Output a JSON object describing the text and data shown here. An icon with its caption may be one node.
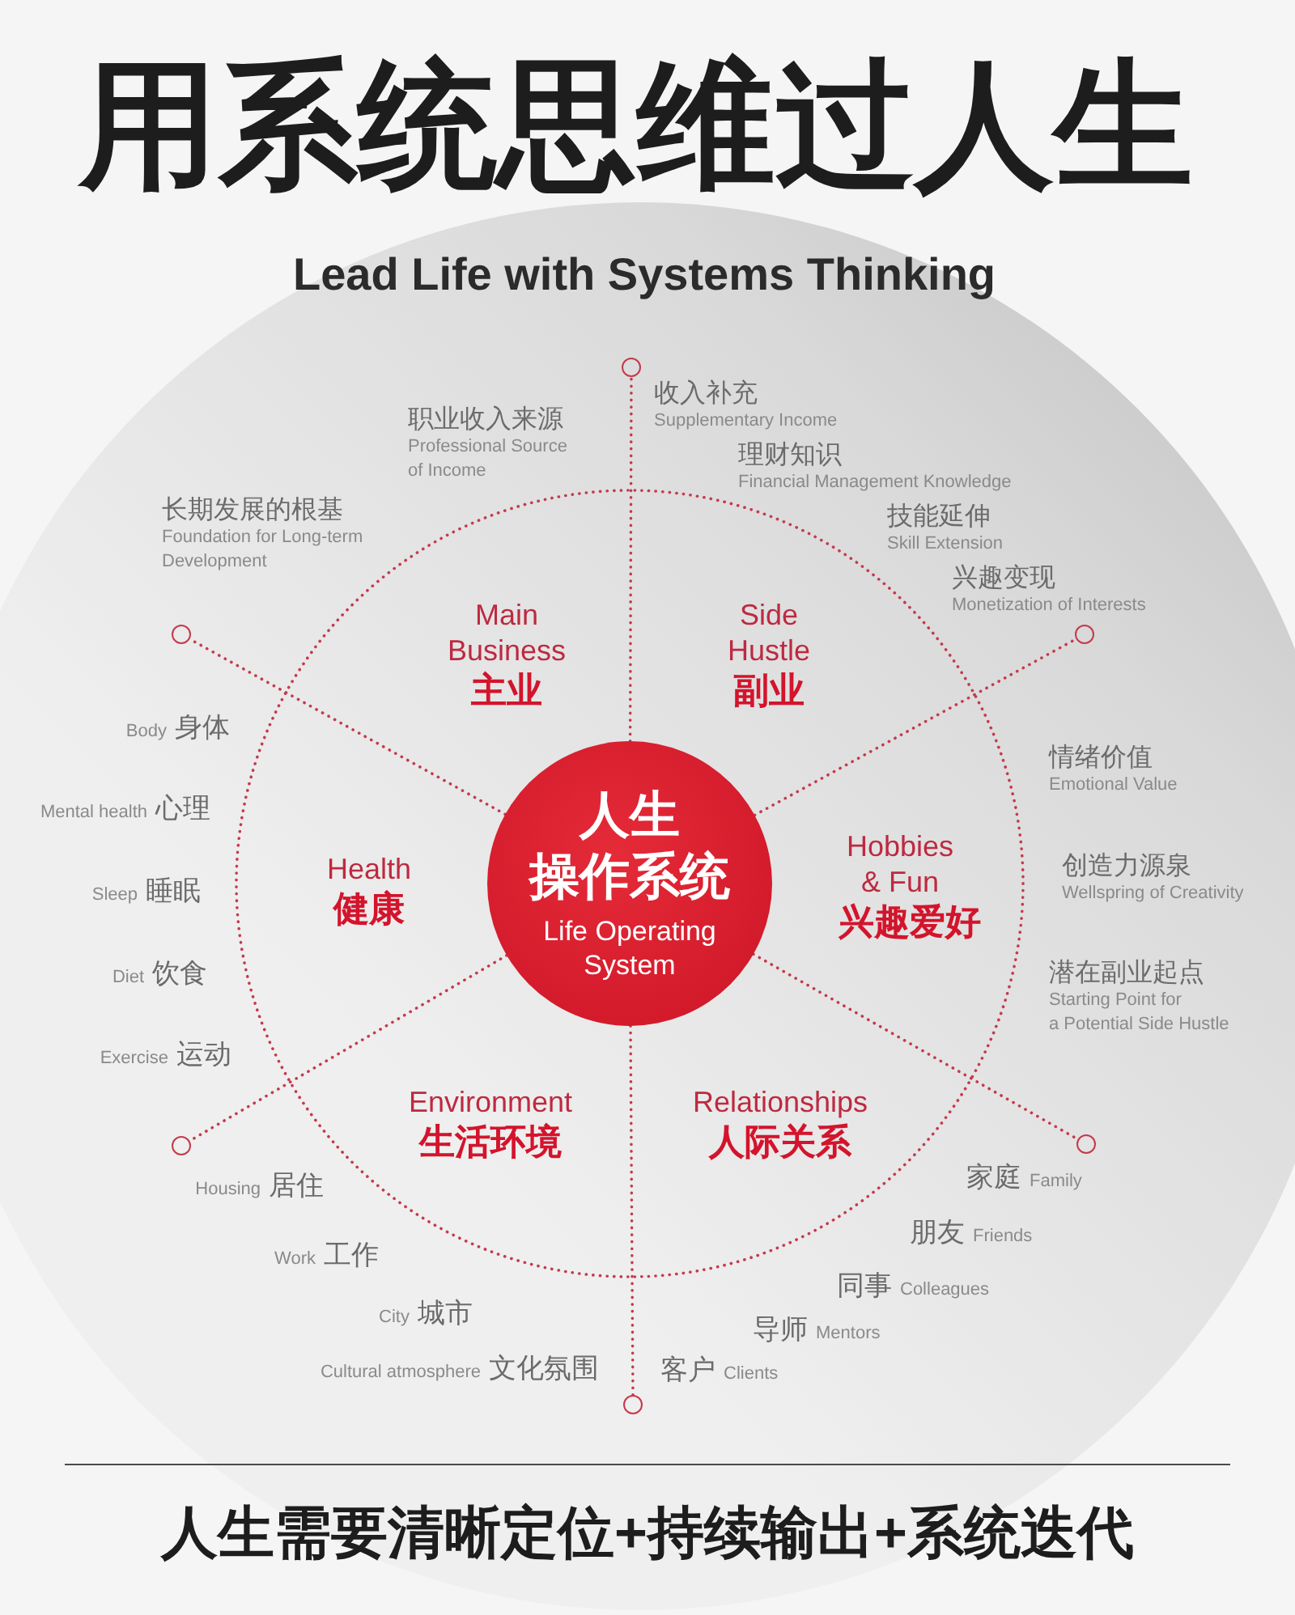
{
  "diagram": {
    "title": "用系统思维过人生",
    "caption": "人生需要清晰定位+持续输出+系统迭代",
    "nodes": [
      {
        "text": [
          "人生操作系统",
          "Life Operating System"
        ]
      },
      {
        "text": [
          "Main Business",
          "主业"
        ],
        "beside": [
          "职业收入来源",
          "Professional Source of Income",
          "长期发展的根基",
          "Foundation for Long-term Development"
        ]
      },
      {
        "text": [
          "Side Hustle",
          "副业"
        ],
        "beside": [
          "收入补充",
          "Supplementary Income",
          "理财知识",
          "Financial Management Knowledge",
          "技能延伸",
          "Skill Extension",
          "兴趣变现",
          "Monetization of Interests"
        ]
      },
      {
        "text": [
          "Health",
          "健康"
        ],
        "beside": [
          "Body",
          "身体",
          "Mental health",
          "心理",
          "Sleep",
          "睡眠",
          "Diet",
          "饮食",
          "Exercise",
          "运动"
        ]
      },
      {
        "text": [
          "Hobbies & Fun",
          "兴趣爱好"
        ],
        "beside": [
          "情绪价值",
          "Emotional Value",
          "创造力源泉",
          "Wellspring of Creativity",
          "潜在副业起点",
          "Starting Point for a Potential Side Hustle"
        ]
      },
      {
        "text": [
          "Environment",
          "生活环境"
        ],
        "beside": [
          "Housing",
          "居住",
          "Work",
          "工作",
          "City",
          "城市",
          "Cultural atmosphere",
          "文化氛围"
        ]
      },
      {
        "text": [
          "Relationships",
          "人际关系"
        ],
        "beside": [
          "家庭",
          "Family",
          "朋友",
          "Friends",
          "同事",
          "Colleagues",
          "导师",
          "Mentors",
          "客户",
          "Clients"
        ]
      },
      {
        "text": [],
        "shape": "circle"
      },
      {
        "text": [],
        "shape": "circle"
      },
      {
        "text": [],
        "shape": "circle"
      },
      {
        "text": [],
        "shape": "circle"
      },
      {
        "text": [],
        "shape": "circle"
      },
      {
        "text": [],
        "shape": "circle"
      }
    ],
    "edges": [
      {
        "from": 0,
        "to": 7,
        "arrow": "none",
        "style": "dashed"
      },
      {
        "from": 0,
        "to": 8,
        "arrow": "none",
        "style": "dashed"
      },
      {
        "from": 0,
        "to": 9,
        "arrow": "none",
        "style": "dashed"
      },
      {
        "from": 0,
        "to": 10,
        "arrow": "none",
        "style": "dashed"
      },
      {
        "from": 0,
        "to": 11,
        "arrow": "none",
        "style": "dashed"
      },
      {
        "from": 0,
        "to": 12,
        "arrow": "none",
        "style": "dashed"
      }
    ],
    "labels": [
      "Lead Life with Systems Thinking"
    ]
  }
}
